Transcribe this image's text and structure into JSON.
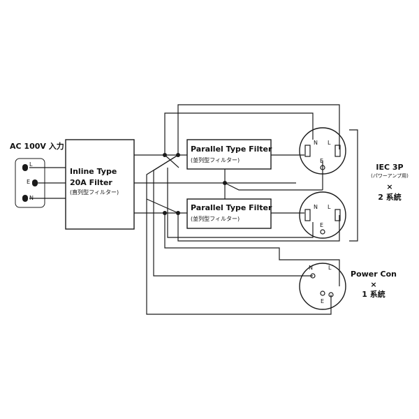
{
  "input": {
    "title": "AC 100V 入力",
    "terminals": [
      "L",
      "E",
      "N"
    ]
  },
  "inline_filter": {
    "line1": "Inline Type",
    "line2": "20A Filter",
    "sub": "(直列型フィルター)"
  },
  "parallel_filter_top": {
    "title": "Parallel Type Filter",
    "sub": "(並列型フィルター)"
  },
  "parallel_filter_bottom": {
    "title": "Parallel Type Filter",
    "sub": "(並列型フィルター)"
  },
  "iec_outlets": {
    "label": "IEC 3P",
    "sub": "(パワーアンプ用)",
    "times": "×",
    "count": "2 系統",
    "pins": [
      "N",
      "L",
      "E"
    ]
  },
  "power_con": {
    "label": "Power Con",
    "times": "×",
    "count": "1 系統",
    "pins": [
      "N",
      "L",
      "E"
    ]
  },
  "colors": {
    "line": "#1a1a1a",
    "background": "#ffffff"
  }
}
